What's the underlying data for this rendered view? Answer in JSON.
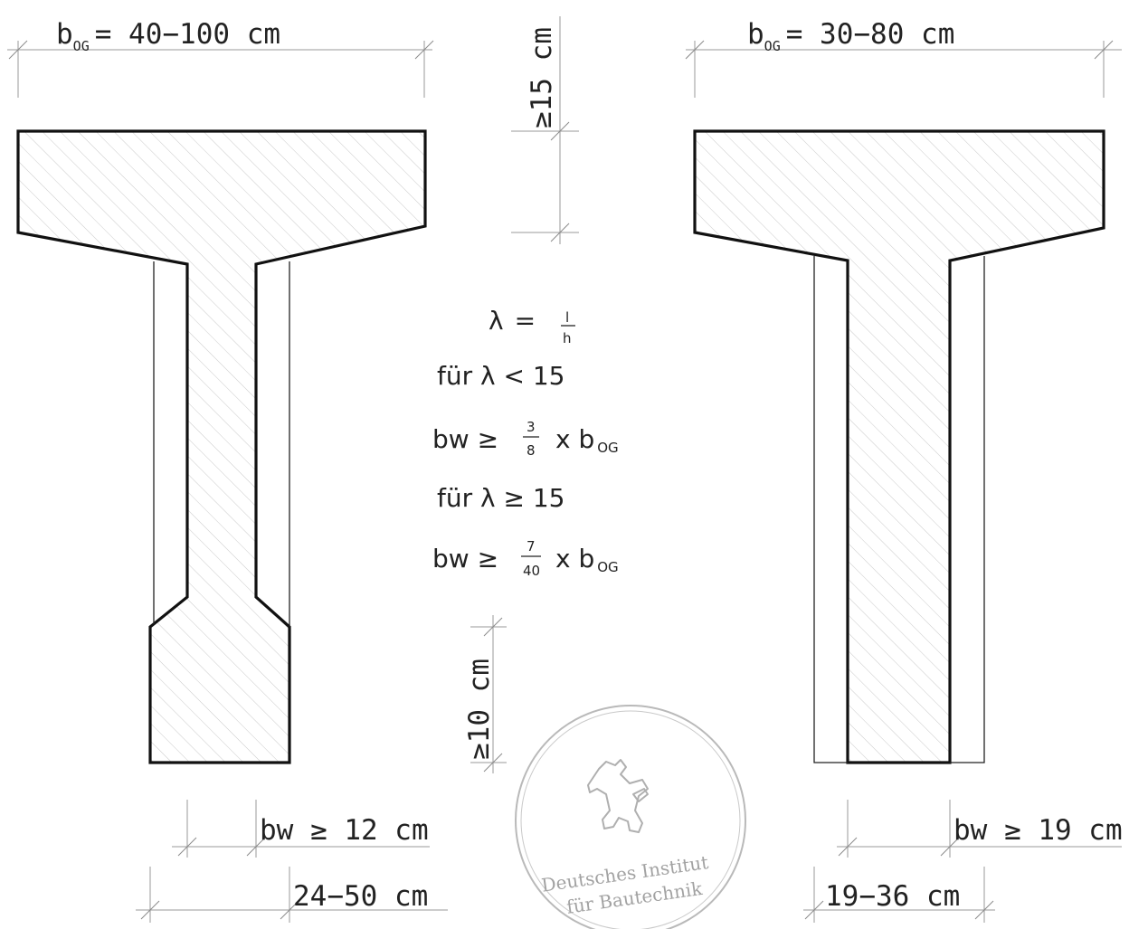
{
  "left_section": {
    "top_width_label": {
      "b": "b",
      "sub": "OG",
      "rest": "= 40−100  cm"
    },
    "web_width_label": "bw ≥ 12  cm",
    "bottom_width_label": "24−50  cm"
  },
  "right_section": {
    "top_width_label": {
      "b": "b",
      "sub": "OG",
      "rest": "= 30−80  cm"
    },
    "web_width_label": "bw ≥ 19  cm",
    "bottom_width_label": "19−36  cm"
  },
  "center": {
    "flange_thickness_label": "≥15  cm",
    "bulb_height_label": "≥10  cm",
    "formula": {
      "lambda_symbol": "λ",
      "line1_eq": "=",
      "line1_num": "l",
      "line1_den": "h",
      "line2": "für  λ < 15",
      "line3_pre": "bw ≥",
      "line3_num": "3",
      "line3_den": "8",
      "line3_post": "x  b",
      "line3_sub": "OG",
      "line4": "für  λ ≥ 15",
      "line5_pre": "bw ≥",
      "line5_num": "7",
      "line5_den": "40",
      "line5_post": "x  b",
      "line5_sub": "OG"
    }
  },
  "seal": {
    "line1": "Deutsches Institut",
    "line2": "für Bautechnik",
    "emblem": "bear"
  }
}
